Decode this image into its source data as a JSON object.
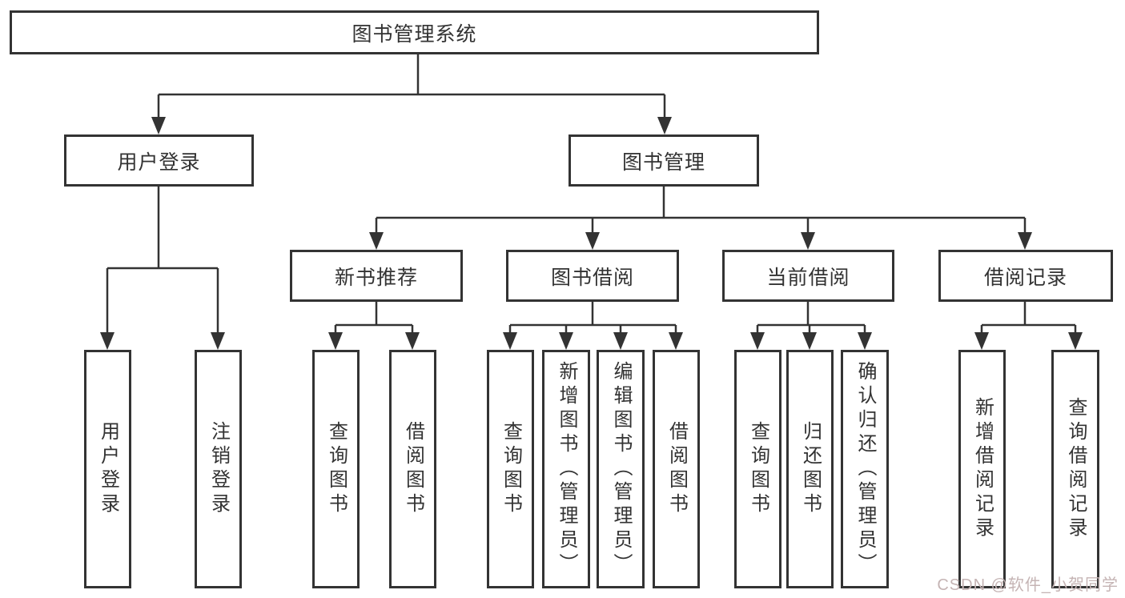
{
  "tree": {
    "root": {
      "label": "图书管理系统"
    },
    "user_login": {
      "label": "用户登录",
      "children": [
        {
          "label": "用户登录"
        },
        {
          "label": "注销登录"
        }
      ]
    },
    "book_management": {
      "label": "图书管理",
      "sections": [
        {
          "label": "新书推荐",
          "children": [
            {
              "label": "查询图书"
            },
            {
              "label": "借阅图书"
            }
          ]
        },
        {
          "label": "图书借阅",
          "children": [
            {
              "label": "查询图书"
            },
            {
              "label": "新增图书（管理员）"
            },
            {
              "label": "编辑图书（管理员）"
            },
            {
              "label": "借阅图书"
            }
          ]
        },
        {
          "label": "当前借阅",
          "children": [
            {
              "label": "查询图书"
            },
            {
              "label": "归还图书"
            },
            {
              "label": "确认归还（管理员）"
            }
          ]
        },
        {
          "label": "借阅记录",
          "children": [
            {
              "label": "新增借阅记录"
            },
            {
              "label": "查询借阅记录"
            }
          ]
        }
      ]
    }
  },
  "watermark": {
    "text": "CSDN @软件_小贺同学"
  },
  "colors": {
    "line": "#333333",
    "box_border": "#333333",
    "background": "#ffffff",
    "watermark": "#c5b4b4"
  }
}
